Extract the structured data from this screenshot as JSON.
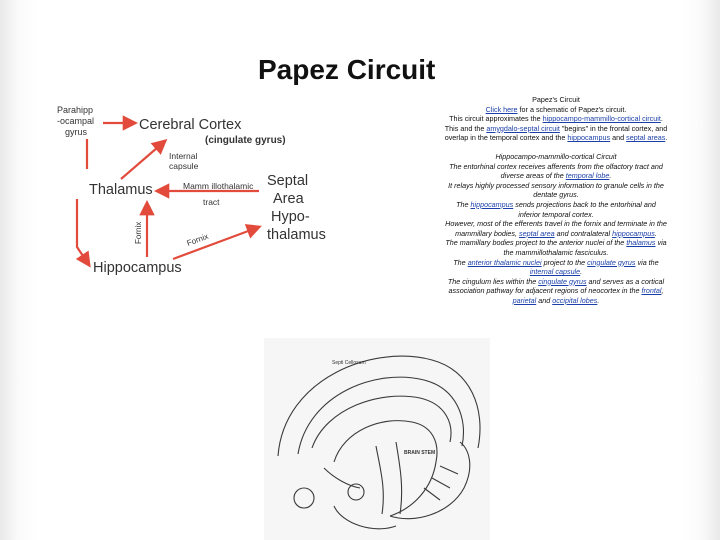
{
  "slide": {
    "title": "Papez Circuit"
  },
  "diagram": {
    "labels": {
      "parahipp": "Parahipp",
      "ocampal": "-ocampal",
      "gyrus": "gyrus",
      "cerebral_cortex": "Cerebral Cortex",
      "cingulate": "(cingulate gyrus)",
      "internal": "Internal",
      "capsule": "capsule",
      "thalamus": "Thalamus",
      "mammillothalamic": "Mamm illothalamic",
      "tract": "tract",
      "septal": "Septal",
      "area": "Area",
      "hypo": "Hypo-",
      "thalamus2": "thalamus",
      "fornix_left": "Fornix",
      "fornix_bottom": "Fornix",
      "hippocampus": "Hippocampus"
    },
    "colors": {
      "arrow": "#e24a3b",
      "text": "#333333"
    }
  },
  "text": {
    "p1_l1": "Papez's Circuit",
    "p1_l2_link": "Click here",
    "p1_l2_rest": " for a schematic of Papez's circuit.",
    "p1_l3_pre": "This circuit approximates the ",
    "p1_l3_link": "hippocampo-mammillo-cortical circuit",
    "p1_l3_post": ".",
    "p1_l4_pre": "This and the ",
    "p1_l4_link": "amygdalo-septal circuit",
    "p1_l4_post": " \"begins\" in the frontal cortex, and",
    "p1_l5_pre": "overlap in the temporal cortex and the ",
    "p1_l5_link1": "hippocampus",
    "p1_l5_mid": " and ",
    "p1_l5_link2": "septal areas",
    "p1_l5_post": ".",
    "p2_l1": "Hippocampo-mammillo-cortical Circuit",
    "p2_l2": "The entorhinal cortex receives afferents from the olfactory tract and",
    "p2_l3_pre": "diverse areas of the ",
    "p2_l3_link": "temporal lobe",
    "p2_l3_post": ".",
    "p2_l4": "It relays highly processed sensory information to granule cells in the",
    "p2_l5": "dentate gyrus.",
    "p2_l6_pre": "The ",
    "p2_l6_link": "hippocampus",
    "p2_l6_post": " sends projections back to the entorhinal and",
    "p2_l7": "inferior temporal cortex.",
    "p2_l8": "However, most of the efferents travel in the fornix and terminate in the",
    "p2_l9_pre": "mammillary bodies, ",
    "p2_l9_link1": "septal area",
    "p2_l9_mid": " and contralateral ",
    "p2_l9_link2": "hippocampus",
    "p2_l9_post": ".",
    "p2_l10_pre": "The mamillary bodies project to the anterior nuclei of the ",
    "p2_l10_link": "thalamus",
    "p2_l10_post": " via",
    "p2_l11": "the mammillothalamic fasciculus.",
    "p2_l12_pre": "The ",
    "p2_l12_link1": "anterior thalamic nuclei",
    "p2_l12_mid": " project to the ",
    "p2_l12_link2": "cingulate gyrus",
    "p2_l12_post": " via the",
    "p2_l13_link": "internal capsule",
    "p2_l13_post": ".",
    "p2_l14_pre": "The cingulum lies within the ",
    "p2_l14_link": "cingulate gyrus",
    "p2_l14_post": " and serves as a cortical",
    "p2_l15_pre": "association pathway for adjacent regions of neocortex in the ",
    "p2_l15_link": "frontal",
    "p2_l15_post": ",",
    "p2_l16_link1": "parietal",
    "p2_l16_mid": " and ",
    "p2_l16_link2": "occipital lobes",
    "p2_l16_post": "."
  },
  "illustration": {
    "labels": {
      "corpus_callosum": "Septi Cellosum",
      "brain_stem": "BRAIN STEM"
    }
  }
}
